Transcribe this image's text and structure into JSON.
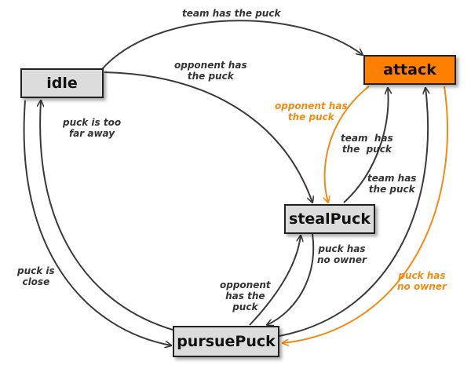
{
  "colors": {
    "normal_edge": "#3a3a3a",
    "active_edge": "#f28a13",
    "node_fill": "#dcdcdc",
    "active_node_fill": "#ff8000"
  },
  "nodes": {
    "idle": {
      "label": "idle"
    },
    "attack": {
      "label": "attack"
    },
    "stealPuck": {
      "label": "stealPuck"
    },
    "pursuePuck": {
      "label": "pursuePuck"
    }
  },
  "edges": {
    "idle_to_attack": {
      "label": "team has the puck"
    },
    "idle_to_steal": {
      "label": "opponent has\nthe puck"
    },
    "pursue_to_idle": {
      "label": "puck is too\nfar away"
    },
    "idle_to_pursue": {
      "label": "puck is\nclose"
    },
    "attack_to_steal": {
      "label": "opponent has\nthe puck"
    },
    "steal_to_attack": {
      "label": "team  has\nthe  puck"
    },
    "pursue_to_attack": {
      "label": "team has\nthe puck"
    },
    "steal_to_pursue": {
      "label": "puck has\nno owner"
    },
    "pursue_to_steal": {
      "label": "opponent\nhas the\npuck"
    },
    "attack_to_pursue": {
      "label": "puck has\nno owner"
    }
  }
}
